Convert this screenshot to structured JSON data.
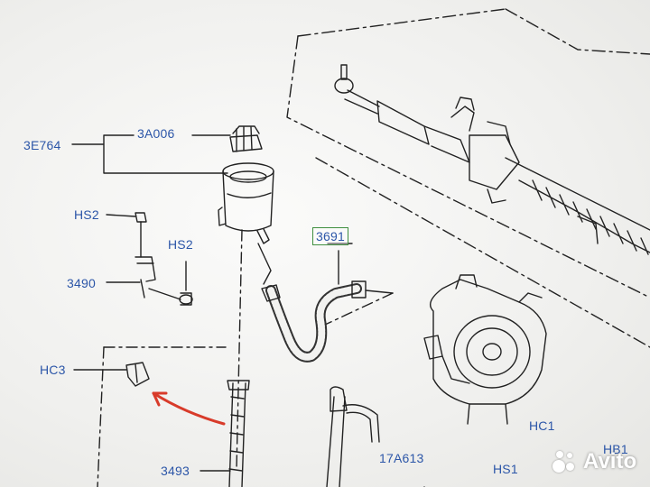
{
  "callouts": {
    "reservoir": "3E764",
    "cap": "3A006",
    "hs2_upper": "HS2",
    "hs2_lower": "HS2",
    "bracket": "3490",
    "hose": "3691",
    "hc3": "HC3",
    "return_line": "3493",
    "pressure_line": "17A613",
    "hc1": "HC1",
    "hs1": "HS1",
    "hb1": "HB1"
  },
  "watermark": "Avito",
  "colors": {
    "callout_text": "#2c56a8",
    "highlight_box": "#3f8f3f",
    "arrow": "#d83b2a",
    "line_art": "#222222"
  }
}
